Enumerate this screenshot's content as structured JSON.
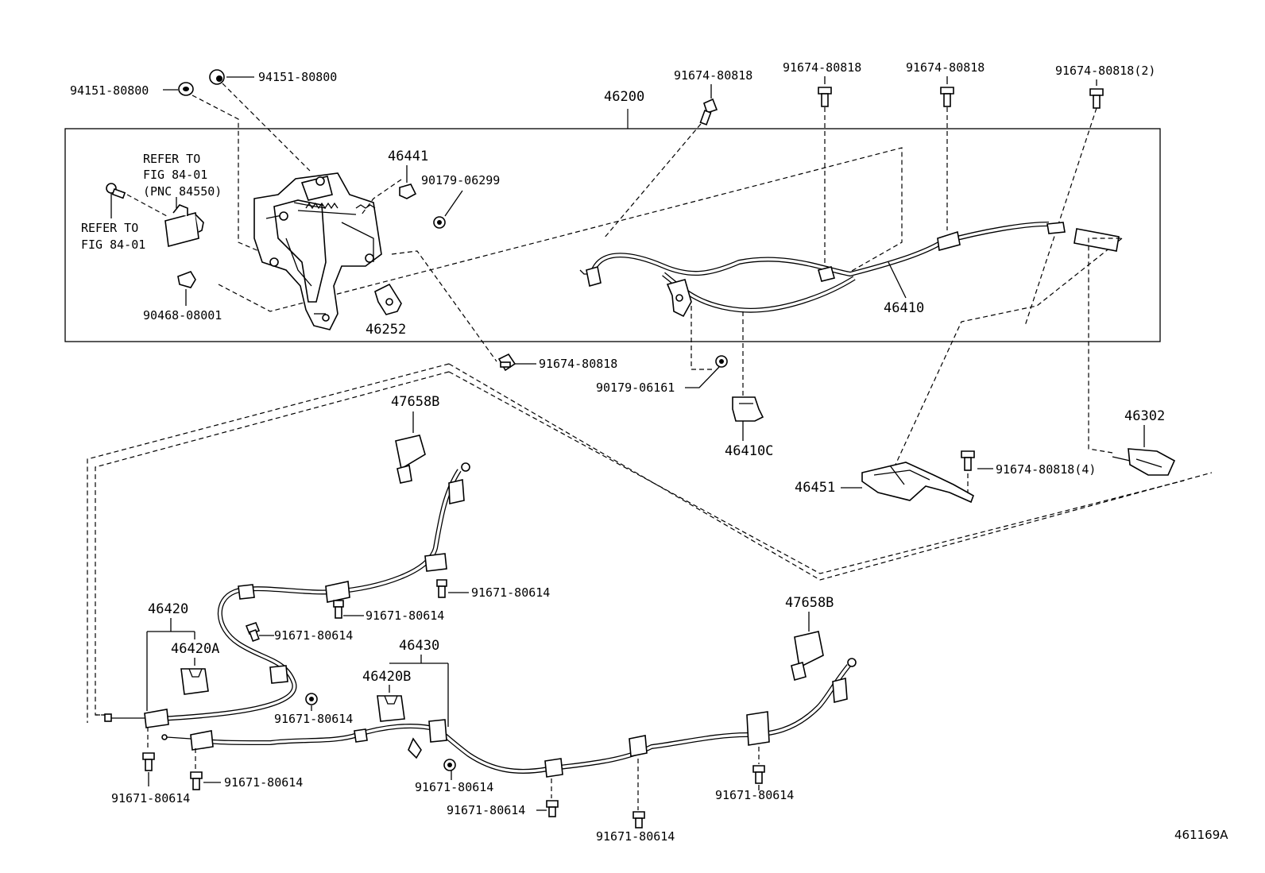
{
  "diagram_id": "461169A",
  "labels": {
    "p94151_left": "94151-80800",
    "p94151_right": "94151-80800",
    "p91674_a": "91674-80818",
    "p91674_b": "91674-80818",
    "p91674_c": "91674-80818",
    "p91674_d": "91674-80818(2)",
    "p46200": "46200",
    "refer_top_1": "REFER TO",
    "refer_top_2": "FIG 84-01",
    "refer_top_3": "(PNC 84550)",
    "refer_bot_1": "REFER TO",
    "refer_bot_2": "FIG 84-01",
    "p46441": "46441",
    "p90179_06299": "90179-06299",
    "p90468": "90468-08001",
    "p46252": "46252",
    "p46410": "46410",
    "p91674_mid": "91674-80818",
    "p90179_06161": "90179-06161",
    "p46410C": "46410C",
    "p47658B_top": "47658B",
    "p46302": "46302",
    "p91674_4": "91674-80818(4)",
    "p46451": "46451",
    "p91671_1": "91671-80614",
    "p91671_2": "91671-80614",
    "p91671_3": "91671-80614",
    "p46420": "46420",
    "p46420A": "46420A",
    "p47658B_bot": "47658B",
    "p46430": "46430",
    "p46420B": "46420B",
    "p91671_4": "91671-80614",
    "p91671_5": "91671-80614",
    "p91671_6": "91671-80614",
    "p91671_7": "91671-80614",
    "p91671_8": "91671-80614",
    "p91671_9": "91671-80614",
    "p91671_10": "91671-80614"
  }
}
